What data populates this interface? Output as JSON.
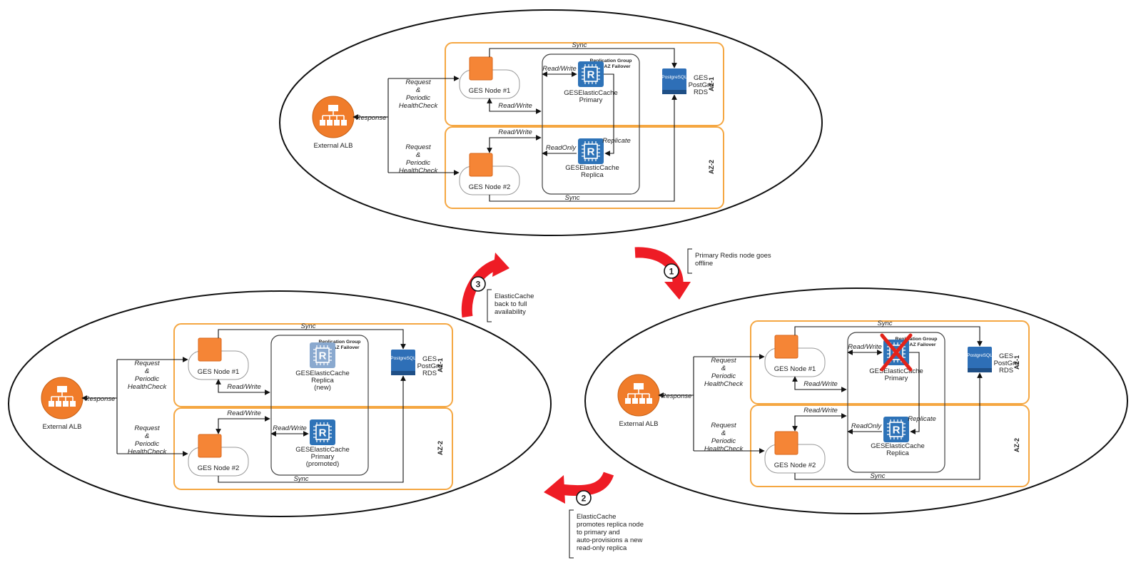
{
  "scenarios": [
    {
      "alb_label": "External ALB",
      "response_label": "Response",
      "request_label_lines": [
        "Request",
        "&",
        "Periodic",
        "HealthCheck"
      ],
      "node1_label": "GES Node #1",
      "node2_label": "GES Node #2",
      "az1_label": "AZ-1",
      "az2_label": "AZ-2",
      "sync_label": "Sync",
      "read_write_label": "Read/Write",
      "read_only_label": "ReadOnly",
      "replicate_label": "Replicate",
      "group_title_lines": [
        "Replication Group",
        "Multi-AZ Failover"
      ],
      "rds_label_lines": [
        "GES",
        "PostGre",
        "RDS"
      ],
      "rds_icon_text": "PostgreSQL",
      "cache_primary_lines": [
        "GESElasticCache",
        "Primary"
      ],
      "cache_replica_lines": [
        "GESElasticCache",
        "Replica"
      ],
      "cache_icon_letter": "R"
    },
    {
      "alb_label": "External ALB",
      "response_label": "Response",
      "request_label_lines": [
        "Request",
        "&",
        "Periodic",
        "HealthCheck"
      ],
      "node1_label": "GES Node #1",
      "node2_label": "GES Node #2",
      "az1_label": "AZ-1",
      "az2_label": "AZ-2",
      "sync_label": "Sync",
      "read_write_label": "Read/Write",
      "read_only_label": "ReadOnly",
      "replicate_label": "Replicate",
      "group_title_lines": [
        "Replication Group",
        "Multi-AZ Failover"
      ],
      "rds_label_lines": [
        "GES",
        "PostGre",
        "RDS"
      ],
      "rds_icon_text": "PostgreSQL",
      "cache_primary_lines": [
        "GESElasticCache",
        "Primary"
      ],
      "cache_replica_lines": [
        "GESElasticCache",
        "Replica"
      ],
      "cache_icon_letter": "R"
    },
    {
      "alb_label": "External ALB",
      "response_label": "Response",
      "request_label_lines": [
        "Request",
        "&",
        "Periodic",
        "HealthCheck"
      ],
      "node1_label": "GES Node #1",
      "node2_label": "GES Node #2",
      "az1_label": "AZ-1",
      "az2_label": "AZ-2",
      "sync_label": "Sync",
      "read_write_label": "Read/Write",
      "group_title_lines": [
        "Replication Group",
        "Multi-AZ Failover"
      ],
      "rds_label_lines": [
        "GES",
        "PostGre",
        "RDS"
      ],
      "rds_icon_text": "PostgreSQL",
      "cache_new_replica_lines": [
        "GESElasticCache",
        "Replica",
        "(new)"
      ],
      "cache_promoted_lines": [
        "GESElasticCache",
        "Primary",
        "(promoted)"
      ],
      "cache_icon_letter": "R"
    }
  ],
  "steps": [
    {
      "number": "1",
      "note_lines": [
        "Primary Redis node goes",
        "offline"
      ]
    },
    {
      "number": "2",
      "note_lines": [
        "ElasticCache",
        "promotes replica node",
        "to primary and",
        "auto-provisions a new",
        "read-only replica"
      ]
    },
    {
      "number": "3",
      "note_lines": [
        "ElasticCache",
        "back to full",
        "availability"
      ]
    }
  ],
  "colors": {
    "az_border": "#f5a742",
    "node_orange": "#f58536",
    "alb_orange": "#f07c2a",
    "cache_blue": "#2e73b8",
    "cache_faded": "#8aa9cf",
    "rds_blue": "#2e6fb7",
    "step_red": "#ee1c25",
    "failed_red": "#e2231a"
  }
}
